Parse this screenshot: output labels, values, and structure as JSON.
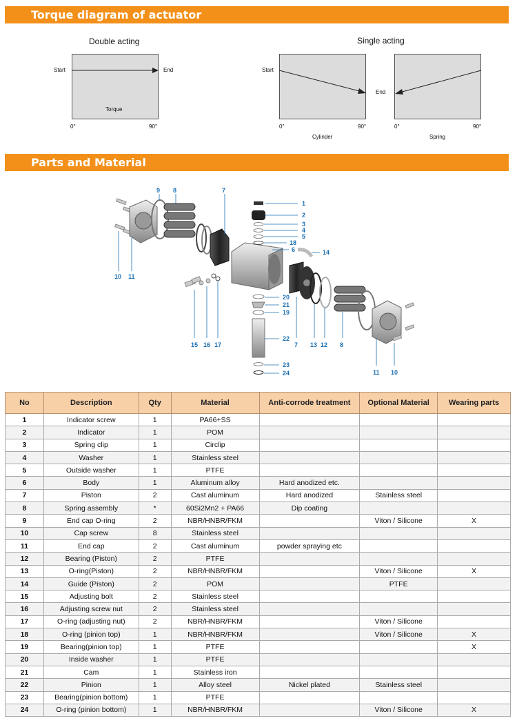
{
  "torque": {
    "header": "Torque diagram of actuator",
    "double": {
      "title": "Double acting",
      "start": "Start",
      "end": "End",
      "inner": "Torque",
      "x0": "0°",
      "x90": "90°"
    },
    "single": {
      "title": "Single acting",
      "start": "Start",
      "end": "End",
      "x0a": "0°",
      "x90a": "90°",
      "x0b": "0°",
      "x90b": "90°",
      "cylinder": "Cylinder",
      "spring": "Spring"
    }
  },
  "parts": {
    "header": "Parts and Material",
    "callouts": [
      "1",
      "2",
      "3",
      "4",
      "5",
      "18",
      "6",
      "14",
      "7",
      "8",
      "9",
      "10",
      "11",
      "20",
      "21",
      "19",
      "22",
      "23",
      "24",
      "15",
      "16",
      "17",
      "7",
      "13",
      "12",
      "8",
      "11",
      "10"
    ]
  },
  "table": {
    "headers": [
      "No",
      "Description",
      "Qty",
      "Material",
      "Anti-corrode treatment",
      "Optional Material",
      "Wearing parts"
    ],
    "rows": [
      [
        "1",
        "Indicator screw",
        "1",
        "PA66+SS",
        "",
        "",
        ""
      ],
      [
        "2",
        "Indicator",
        "1",
        "POM",
        "",
        "",
        ""
      ],
      [
        "3",
        "Spring clip",
        "1",
        "Circlip",
        "",
        "",
        ""
      ],
      [
        "4",
        "Washer",
        "1",
        "Stainless steel",
        "",
        "",
        ""
      ],
      [
        "5",
        "Outside washer",
        "1",
        "PTFE",
        "",
        "",
        ""
      ],
      [
        "6",
        "Body",
        "1",
        "Aluminum alloy",
        "Hard anodized etc.",
        "",
        ""
      ],
      [
        "7",
        "Piston",
        "2",
        "Cast aluminum",
        "Hard anodized",
        "Stainless steel",
        ""
      ],
      [
        "8",
        "Spring assembly",
        "*",
        "60Si2Mn2 +  PA66",
        "Dip coating",
        "",
        ""
      ],
      [
        "9",
        "End cap O-ring",
        "2",
        "NBR/HNBR/FKM",
        "",
        "Viton / Silicone",
        "X"
      ],
      [
        "10",
        "Cap screw",
        "8",
        "Stainless steel",
        "",
        "",
        ""
      ],
      [
        "11",
        "End cap",
        "2",
        "Cast aluminum",
        "powder spraying etc",
        "",
        ""
      ],
      [
        "12",
        "Bearing (Piston)",
        "2",
        "PTFE",
        "",
        "",
        ""
      ],
      [
        "13",
        "O-ring(Piston)",
        "2",
        "NBR/HNBR/FKM",
        "",
        "Viton / Silicone",
        "X"
      ],
      [
        "14",
        "Guide (Piston)",
        "2",
        "POM",
        "",
        "PTFE",
        ""
      ],
      [
        "15",
        "Adjusting bolt",
        "2",
        "Stainless steel",
        "",
        "",
        ""
      ],
      [
        "16",
        "Adjusting screw nut",
        "2",
        "Stainless steel",
        "",
        "",
        ""
      ],
      [
        "17",
        "O-ring (adjusting nut)",
        "2",
        "NBR/HNBR/FKM",
        "",
        "Viton / Silicone",
        ""
      ],
      [
        "18",
        "O-ring (pinion top)",
        "1",
        "NBR/HNBR/FKM",
        "",
        "Viton / Silicone",
        "X"
      ],
      [
        "19",
        "Bearing(pinion top)",
        "1",
        "PTFE",
        "",
        "",
        "X"
      ],
      [
        "20",
        "Inside washer",
        "1",
        "PTFE",
        "",
        "",
        ""
      ],
      [
        "21",
        "Cam",
        "1",
        "Stainless iron",
        "",
        "",
        ""
      ],
      [
        "22",
        "Pinion",
        "1",
        "Alloy steel",
        "Nickel plated",
        "Stainless steel",
        ""
      ],
      [
        "23",
        "Bearing(pinion bottom)",
        "1",
        "PTFE",
        "",
        "",
        ""
      ],
      [
        "24",
        "O-ring (pinion bottom)",
        "1",
        "NBR/HNBR/FKM",
        "",
        "Viton / Silicone",
        "X"
      ]
    ]
  },
  "colors": {
    "accent": "#f39019",
    "header_row": "#f8d0a8",
    "callout": "#1a6fb3",
    "panel": "#dcdcdc"
  }
}
